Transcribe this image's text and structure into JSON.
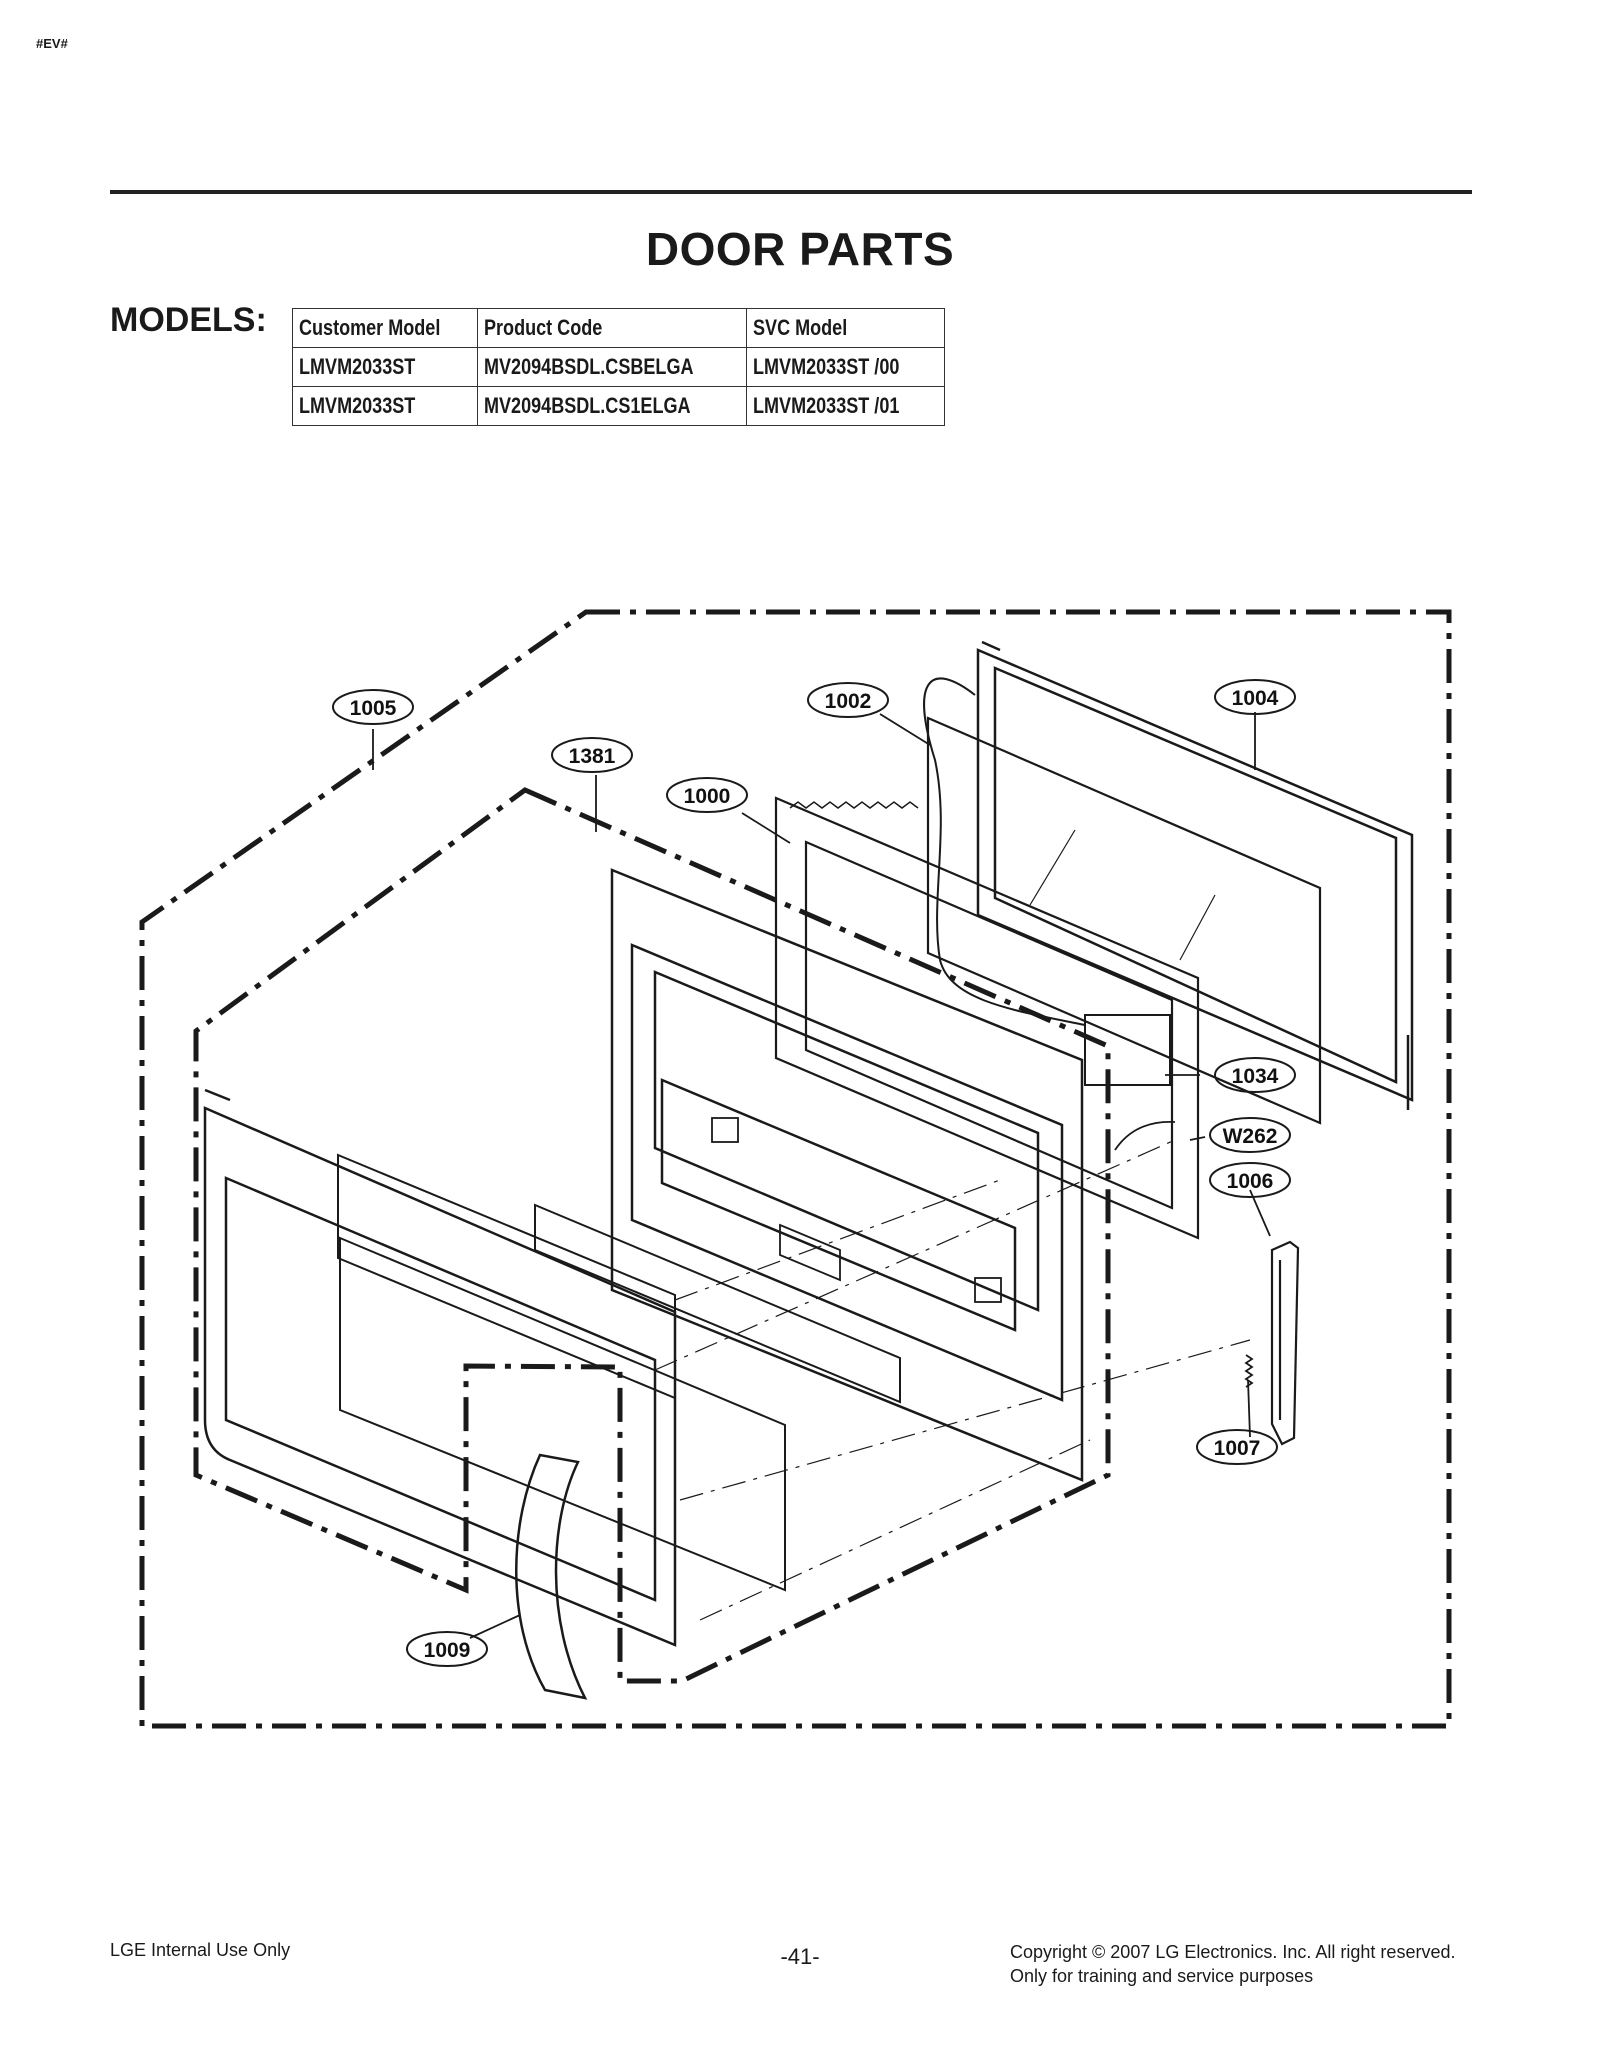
{
  "header": {
    "tag": "#EV#",
    "title": "DOOR PARTS"
  },
  "models": {
    "label": "MODELS:",
    "columns": [
      "Customer Model",
      "Product Code",
      "SVC Model"
    ],
    "rows": [
      [
        "LMVM2033ST",
        "MV2094BSDL.CSBELGA",
        "LMVM2033ST /00"
      ],
      [
        "LMVM2033ST",
        "MV2094BSDL.CS1ELGA",
        "LMVM2033ST /01"
      ]
    ]
  },
  "callouts": {
    "c1005": "1005",
    "c1381": "1381",
    "c1000": "1000",
    "c1002": "1002",
    "c1004": "1004",
    "c1034": "1034",
    "cW262": "W262",
    "c1006": "1006",
    "c1007": "1007",
    "c1009": "1009"
  },
  "footer": {
    "left": "LGE Internal Use Only",
    "page": "-41-",
    "copyright_line1": "Copyright © 2007 LG Electronics. Inc. All right reserved.",
    "copyright_line2": "Only for training and service purposes"
  }
}
